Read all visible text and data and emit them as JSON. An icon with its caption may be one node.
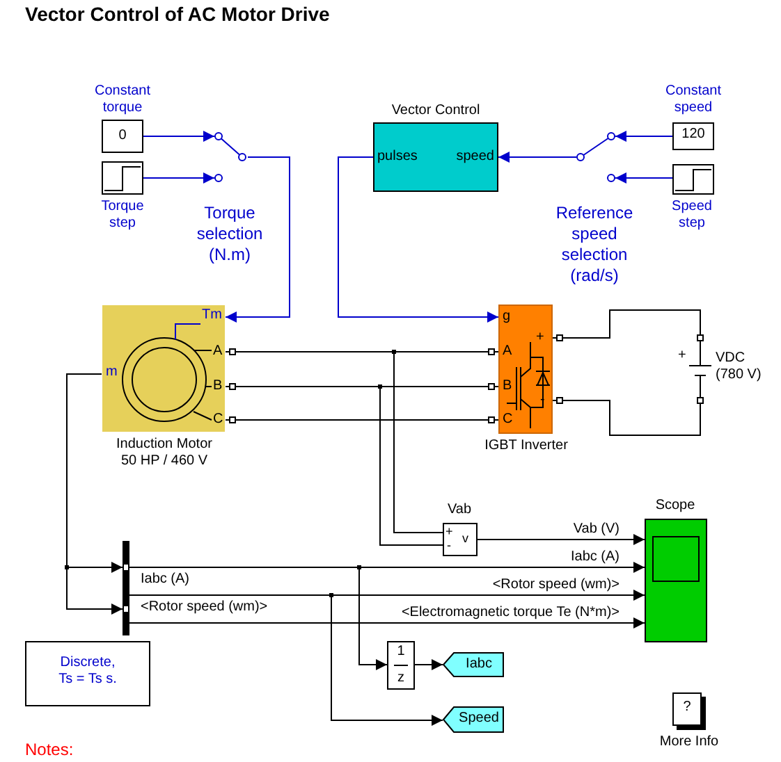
{
  "diagram": {
    "title": "Vector Control of AC Motor Drive",
    "nodes": [
      {
        "text": [
          "Constant torque",
          "0"
        ]
      },
      {
        "text": [
          "Torque step"
        ]
      },
      {
        "text": [
          "Torque selection (N.m)"
        ]
      },
      {
        "text": [
          "Vector Control",
          "pulses",
          "speed"
        ]
      },
      {
        "text": [
          "Reference speed selection (rad/s)"
        ]
      },
      {
        "text": [
          "Constant speed",
          "120"
        ]
      },
      {
        "text": [
          "Speed step"
        ]
      },
      {
        "text": [
          "Induction Motor 50 HP / 460 V",
          "Tm",
          "A",
          "B",
          "C",
          "m"
        ]
      },
      {
        "text": [
          "IGBT Inverter",
          "g",
          "A",
          "B",
          "C",
          "+",
          "-"
        ]
      },
      {
        "text": [
          "+",
          "VDC (780 V)"
        ]
      },
      {
        "text": [
          "Vab",
          "+",
          "-",
          "v"
        ]
      },
      {
        "text": [
          "Scope"
        ]
      },
      {
        "text": [],
        "shape": "bar"
      },
      {
        "text": [
          "Discrete, Ts = Ts s."
        ]
      },
      {
        "text": [
          "1",
          "z"
        ]
      },
      {
        "text": [
          "Iabc"
        ]
      },
      {
        "text": [
          "Speed"
        ]
      },
      {
        "text": [
          "?",
          "More Info"
        ]
      }
    ],
    "edges": [
      {
        "from": 0,
        "to": 2,
        "arrow": "to",
        "color": "#0000cc"
      },
      {
        "from": 1,
        "to": 2,
        "arrow": "to",
        "color": "#0000cc"
      },
      {
        "from": 2,
        "to": 7,
        "arrow": "to",
        "color": "#0000cc"
      },
      {
        "from": 5,
        "to": 4,
        "arrow": "to",
        "color": "#0000cc"
      },
      {
        "from": 6,
        "to": 4,
        "arrow": "to",
        "color": "#0000cc"
      },
      {
        "from": 4,
        "to": 3,
        "arrow": "to",
        "color": "#0000cc"
      },
      {
        "from": 3,
        "to": 8,
        "arrow": "to",
        "color": "#0000cc"
      },
      {
        "from": 7,
        "to": 8,
        "arrow": "none"
      },
      {
        "from": 7,
        "to": 8,
        "arrow": "none"
      },
      {
        "from": 7,
        "to": 8,
        "arrow": "none"
      },
      {
        "from": 8,
        "to": 9,
        "arrow": "none"
      },
      {
        "from": 8,
        "to": 9,
        "arrow": "none"
      },
      {
        "from": 7,
        "to": 10,
        "arrow": "none"
      },
      {
        "from": 7,
        "to": 10,
        "arrow": "none"
      },
      {
        "from": 10,
        "to": 11,
        "arrow": "to",
        "label": "Vab (V)"
      },
      {
        "from": 7,
        "to": 12,
        "arrow": "to"
      },
      {
        "from": 7,
        "to": 12,
        "arrow": "to"
      },
      {
        "from": 12,
        "to": 11,
        "arrow": "to",
        "label": "Iabc (A)"
      },
      {
        "from": 12,
        "to": 14,
        "arrow": "to"
      },
      {
        "from": 14,
        "to": 15,
        "arrow": "to"
      },
      {
        "from": 12,
        "to": 11,
        "arrow": "to",
        "label": "<Rotor speed (wm)>"
      },
      {
        "from": 12,
        "to": 16,
        "arrow": "to"
      },
      {
        "from": 12,
        "to": 11,
        "arrow": "to",
        "label": "<Electromagnetic torque Te (N*m)>"
      }
    ],
    "labels": [
      "Iabc (A)",
      "<Rotor speed (wm)>",
      "Notes:"
    ]
  }
}
